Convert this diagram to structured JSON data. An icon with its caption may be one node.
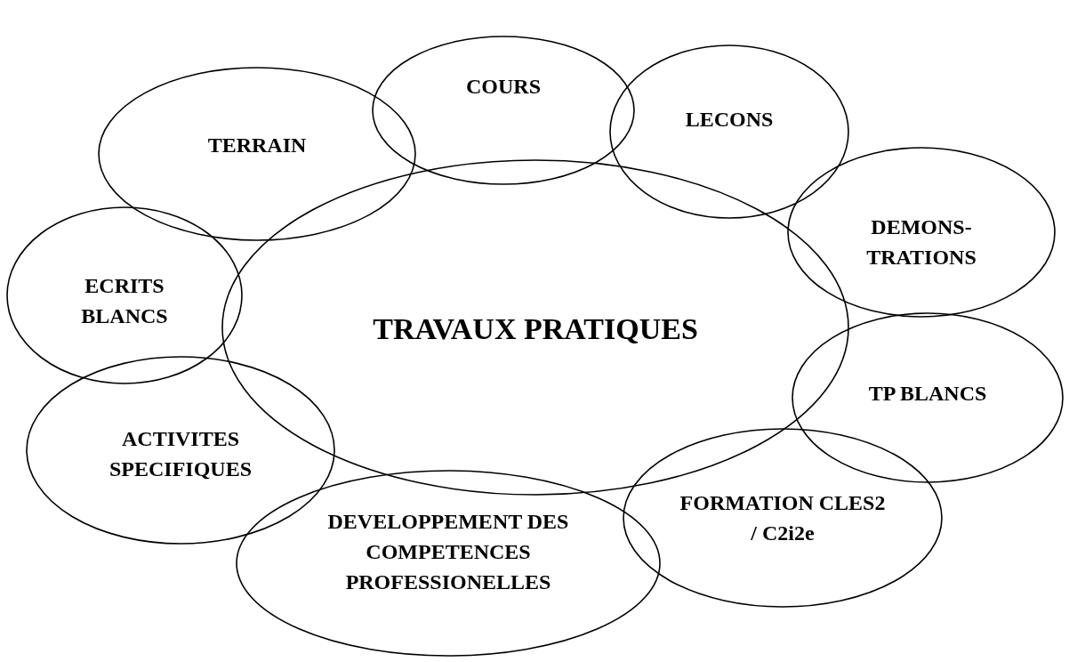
{
  "diagram": {
    "nodes": [
      {
        "text": [
          "COURS"
        ]
      },
      {
        "text": [
          "LECONS"
        ]
      },
      {
        "text": [
          "TERRAIN"
        ]
      },
      {
        "text": [
          "DEMONS- TRATIONS"
        ]
      },
      {
        "text": [
          "ECRITS BLANCS"
        ]
      },
      {
        "text": [
          "TRAVAUX PRATIQUES"
        ]
      },
      {
        "text": [
          "TP BLANCS"
        ]
      },
      {
        "text": [
          "ACTIVITES SPECIFIQUES"
        ]
      },
      {
        "text": [
          "FORMATION CLES2 / C2i2e"
        ]
      },
      {
        "text": [
          "DEVELOPPEMENT DES COMPETENCES PROFESSIONELLES"
        ]
      }
    ]
  }
}
